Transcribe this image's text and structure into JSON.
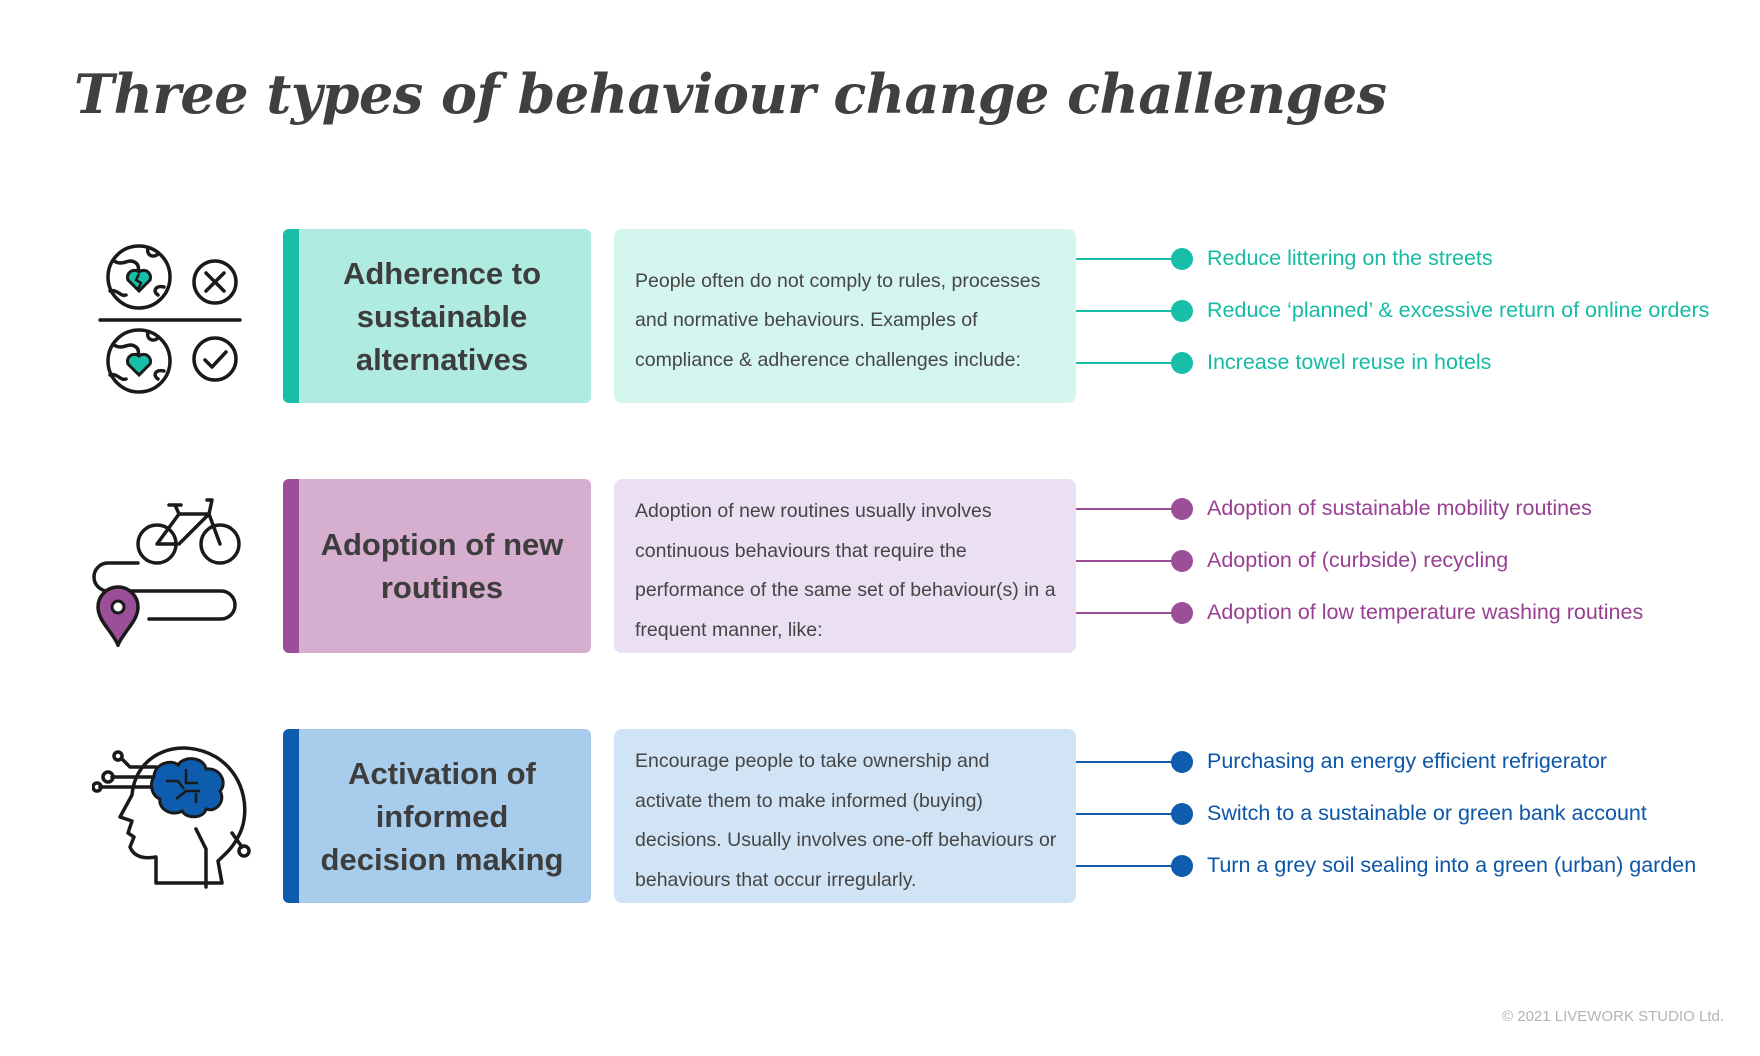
{
  "title": "Three types of behaviour change challenges",
  "footer": "© 2021 LIVEWORK STUDIO Ltd.",
  "rows": [
    {
      "icon": "earth-heart-compliance-icon",
      "category": "Adherence to sustainable alternatives",
      "description": "People often do not comply to rules, processes and normative behaviours. Examples of compliance & adherence challenges include:",
      "colors": {
        "accent": "#17bfa8",
        "box": "#b0ebe1",
        "desc_box": "#d5f5ef",
        "text": "#14bba5"
      },
      "examples": [
        "Reduce littering on the streets",
        "Reduce ‘planned’ & excessive return of online orders",
        "Increase towel reuse in hotels"
      ]
    },
    {
      "icon": "bicycle-route-pin-icon",
      "category": "Adoption of new routines",
      "description": "Adoption of new routines usually involves continuous behaviours that require the performance of the same set of behaviour(s) in a frequent manner, like:",
      "colors": {
        "accent": "#9b4f99",
        "box": "#d6aed0",
        "desc_box": "#ebe0f3",
        "text": "#983f93"
      },
      "examples": [
        "Adoption of sustainable mobility routines",
        "Adoption of (curbside) recycling",
        "Adoption of low temperature washing routines"
      ]
    },
    {
      "icon": "head-brain-circuit-icon",
      "category": "Activation of informed decision making",
      "description": "Encourage people to take ownership and activate them to make informed (buying) decisions. Usually involves one-off behaviours or behaviours that occur irregularly.",
      "colors": {
        "accent": "#0d5cad",
        "box": "#a8cdec",
        "desc_box": "#d1e4f6",
        "text": "#0c56a8"
      },
      "examples": [
        "Purchasing an energy efficient refrigerator",
        "Switch to a sustainable or green bank account",
        "Turn a grey soil sealing into a green (urban) garden"
      ]
    }
  ]
}
